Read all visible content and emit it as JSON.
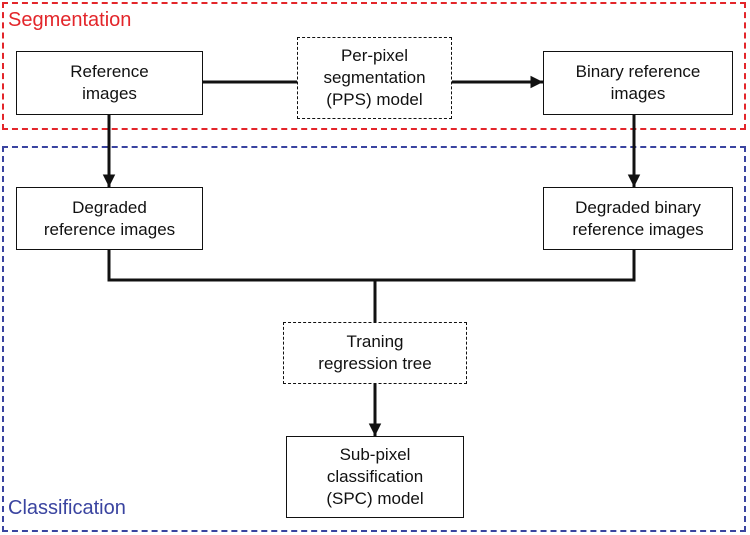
{
  "regions": {
    "segmentation": {
      "label": "Segmentation",
      "color": "#e3262b"
    },
    "classification": {
      "label": "Classification",
      "color": "#3a44a0"
    }
  },
  "nodes": {
    "reference_images": "Reference\nimages",
    "pps_model": "Per-pixel\nsegmentation\n(PPS) model",
    "binary_reference_images": "Binary reference\nimages",
    "degraded_reference_images": "Degraded\nreference images",
    "degraded_binary_reference_images": "Degraded binary\nreference images",
    "training_regression_tree": "Traning\nregression tree",
    "spc_model": "Sub-pixel\nclassification\n(SPC) model"
  },
  "edges": [
    {
      "from": "reference_images",
      "to": "binary_reference_images",
      "via": "pps_model"
    },
    {
      "from": "reference_images",
      "to": "degraded_reference_images"
    },
    {
      "from": "binary_reference_images",
      "to": "degraded_binary_reference_images"
    },
    {
      "from": "degraded_reference_images",
      "to": "training_regression_tree"
    },
    {
      "from": "degraded_binary_reference_images",
      "to": "training_regression_tree"
    },
    {
      "from": "training_regression_tree",
      "to": "spc_model"
    }
  ]
}
